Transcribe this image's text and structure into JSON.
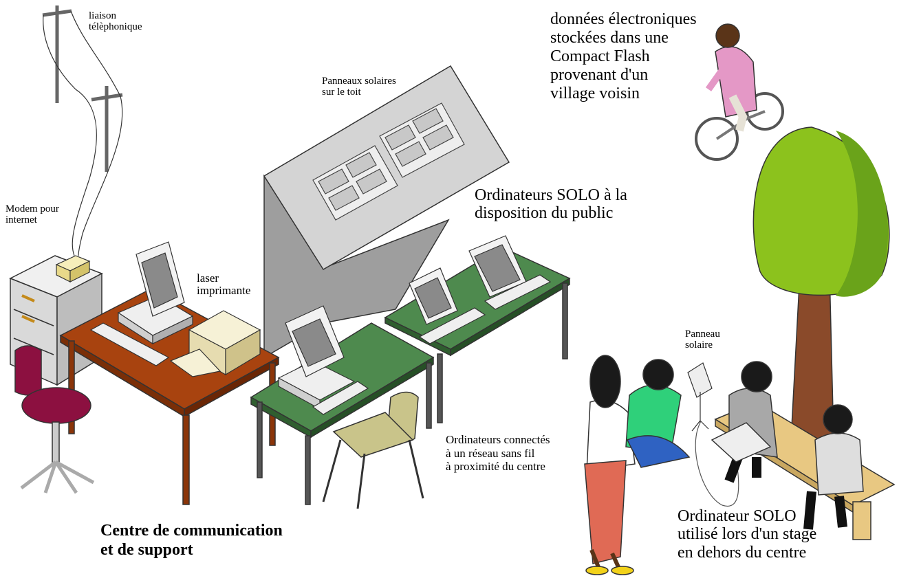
{
  "labels": {
    "phone_line": [
      "liaison",
      "télèphonique"
    ],
    "modem": [
      "Modem pour",
      "internet"
    ],
    "printer": [
      "laser",
      "imprimante"
    ],
    "solar_roof": [
      "Panneaux solaires",
      "sur le toit"
    ],
    "public_computers": [
      "Ordinateurs SOLO à la",
      "disposition du public"
    ],
    "flash_data": [
      "données électroniques",
      "stockées dans une",
      "Compact Flash",
      "provenant d'un",
      "village voisin"
    ],
    "solar_panel": [
      "Panneau",
      "solaire"
    ],
    "wireless_computers": [
      "Ordinateurs connectés",
      "à un réseau sans fil",
      "à proximité du centre"
    ],
    "center": [
      "Centre de communication",
      "et de support"
    ],
    "outdoor_computer": [
      "Ordinateur SOLO",
      "utilisé lors d'un stage",
      "en dehors du centre"
    ]
  },
  "colors": {
    "wood_table": "#a8430f",
    "green_table": "#4e8a4e",
    "roof": "#d4d4d4",
    "wall": "#9e9e9e",
    "stool_seat": "#8c1040",
    "tree_leaves": "#8cc21d",
    "tree_trunk": "#8a4a2a",
    "bench": "#e8c882",
    "chair": "#c9c48a"
  }
}
